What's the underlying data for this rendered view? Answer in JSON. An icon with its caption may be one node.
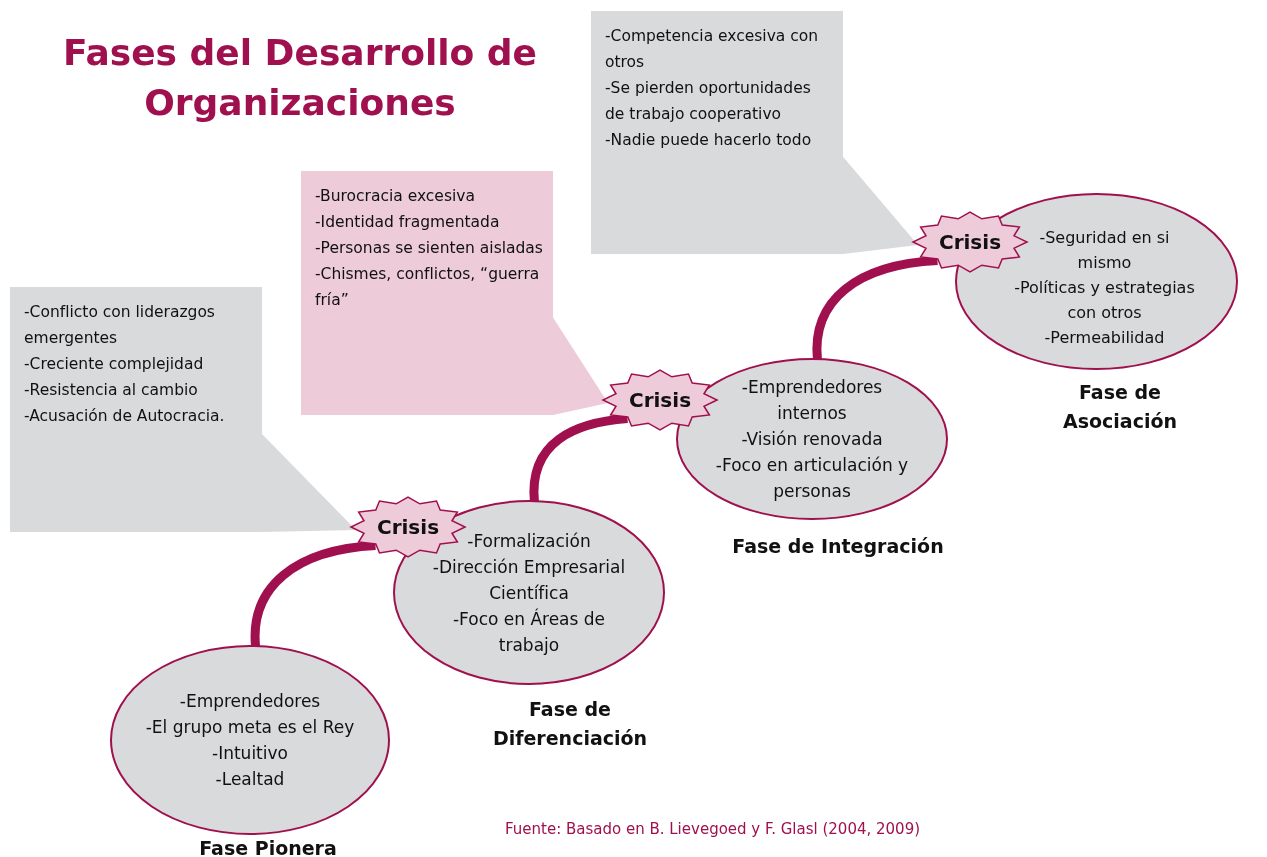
{
  "diagram": {
    "title": "Fases del Desarrollo de Organizaciones",
    "caption": "Fuente: Basado en B. Lievegoed y F. Glasl (2004, 2009)",
    "nodes": [
      {
        "text": [
          "-Emprendedores",
          "-El grupo meta es el Rey",
          "-Intuitivo",
          "-Lealtad"
        ],
        "beside": [
          "Fase Pionera"
        ]
      },
      {
        "text": [
          "Crisis"
        ]
      },
      {
        "text": [
          "-Conflicto con liderazgos emergentes",
          "-Creciente complejidad",
          "-Resistencia al cambio",
          "-Acusación de Autocracia."
        ]
      },
      {
        "text": [
          "-Formalización",
          "-Dirección Empresarial Científica",
          "-Foco en Áreas de trabajo"
        ],
        "beside": [
          "Fase de Diferenciación"
        ]
      },
      {
        "text": [
          "Crisis"
        ]
      },
      {
        "text": [
          "-Burocracia excesiva",
          "-Identidad fragmentada",
          "-Personas se sienten aisladas",
          "-Chismes, conflictos, “guerra fría”"
        ]
      },
      {
        "text": [
          "-Emprendedores internos",
          "-Visión renovada",
          "-Foco en articulación y personas"
        ],
        "beside": [
          "Fase de Integración"
        ]
      },
      {
        "text": [
          "Crisis"
        ]
      },
      {
        "text": [
          "-Competencia excesiva con otros",
          "-Se pierden oportunidades de trabajo cooperativo",
          "-Nadie puede hacerlo todo"
        ]
      },
      {
        "text": [
          "-Seguridad en si mismo",
          "-Políticas y estrategias con otros",
          "-Permeabilidad"
        ],
        "beside": [
          "Fase de Asociación"
        ]
      }
    ],
    "edges": [
      {
        "from": 0,
        "to": 1,
        "arrow": "none"
      },
      {
        "from": 2,
        "to": 1,
        "arrow": "to",
        "color": "#d9dadc"
      },
      {
        "from": 3,
        "to": 4,
        "arrow": "none"
      },
      {
        "from": 5,
        "to": 4,
        "arrow": "to",
        "color": "#edcbd8"
      },
      {
        "from": 6,
        "to": 7,
        "arrow": "none"
      },
      {
        "from": 8,
        "to": 7,
        "arrow": "to",
        "color": "#d9dadc"
      }
    ]
  }
}
